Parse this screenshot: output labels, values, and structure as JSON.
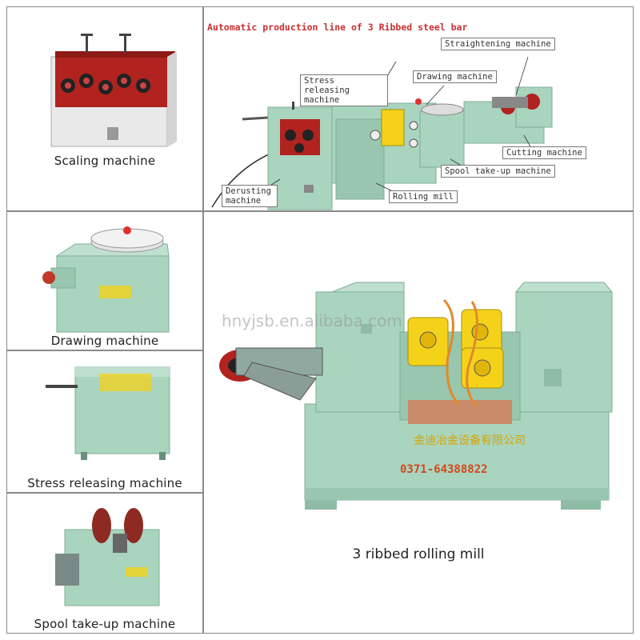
{
  "panels": {
    "scaling": {
      "caption": "Scaling machine"
    },
    "line": {
      "title": "Automatic production line of 3 Ribbed steel bar",
      "labels": {
        "straightening": "Straightening machine",
        "drawing": "Drawing machine",
        "stress": "Stress releasing machine",
        "cutting": "Cutting machine",
        "spool": "Spool take-up machine",
        "derusting": "Derusting machine",
        "rolling": "Rolling mill"
      }
    },
    "drawing": {
      "caption": "Drawing machine"
    },
    "stress": {
      "caption": "Stress releasing machine"
    },
    "spool": {
      "caption": "Spool take-up machine"
    },
    "rolling_mill": {
      "caption": "3 ribbed rolling mill",
      "watermark": "hnyjsb.en.alibaba.com",
      "company_cn": "金迪冶金设备有限公司",
      "phone": "0371-64388822"
    }
  },
  "colors": {
    "machine_green": "#a9d4be",
    "machine_dark": "#7fae97",
    "roller_yellow": "#f4d21a",
    "accent_red": "#c0392b",
    "scaling_body": "#e8e8e8"
  }
}
